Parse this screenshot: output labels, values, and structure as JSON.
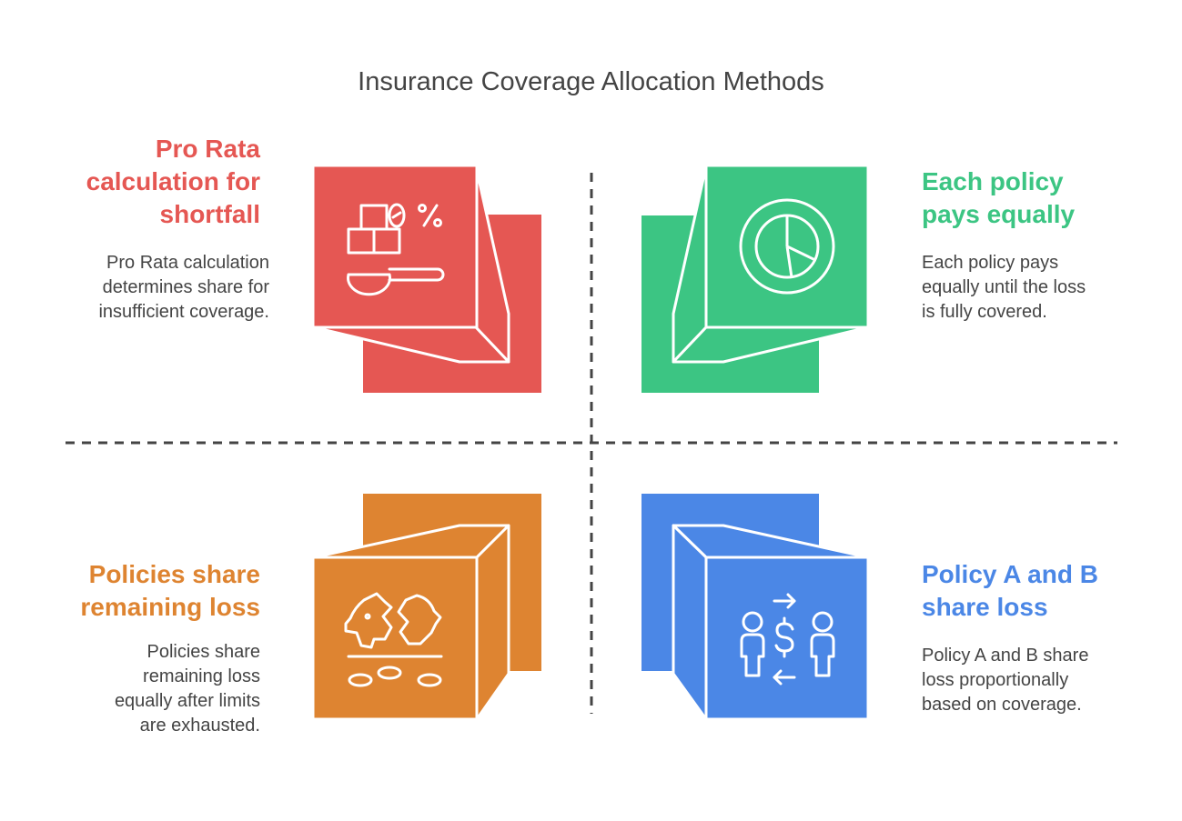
{
  "title": "Insurance Coverage Allocation Methods",
  "colors": {
    "red": "#E55753",
    "green": "#3CC583",
    "orange": "#DE8431",
    "blue": "#4B87E6",
    "divider": "#444444",
    "text": "#444444"
  },
  "quadrants": {
    "top_left": {
      "title_lines": [
        "Pro Rata",
        "calculation for",
        "shortfall"
      ],
      "desc_lines": [
        "Pro Rata calculation",
        "determines share for",
        "insufficient coverage."
      ],
      "icon": "measuring-scoop-percent-icon"
    },
    "top_right": {
      "title_lines": [
        "Each policy",
        "pays equally"
      ],
      "desc_lines": [
        "Each policy pays",
        "equally until the loss",
        "is fully covered."
      ],
      "icon": "pie-chart-icon"
    },
    "bottom_left": {
      "title_lines": [
        "Policies share",
        "remaining loss"
      ],
      "desc_lines": [
        "Policies share",
        "remaining loss",
        "equally after limits",
        "are exhausted."
      ],
      "icon": "broken-piggy-bank-icon"
    },
    "bottom_right": {
      "title_lines": [
        "Policy A and B",
        "share loss"
      ],
      "desc_lines": [
        "Policy A and B share",
        "loss proportionally",
        "based on coverage."
      ],
      "icon": "money-exchange-people-icon"
    }
  }
}
